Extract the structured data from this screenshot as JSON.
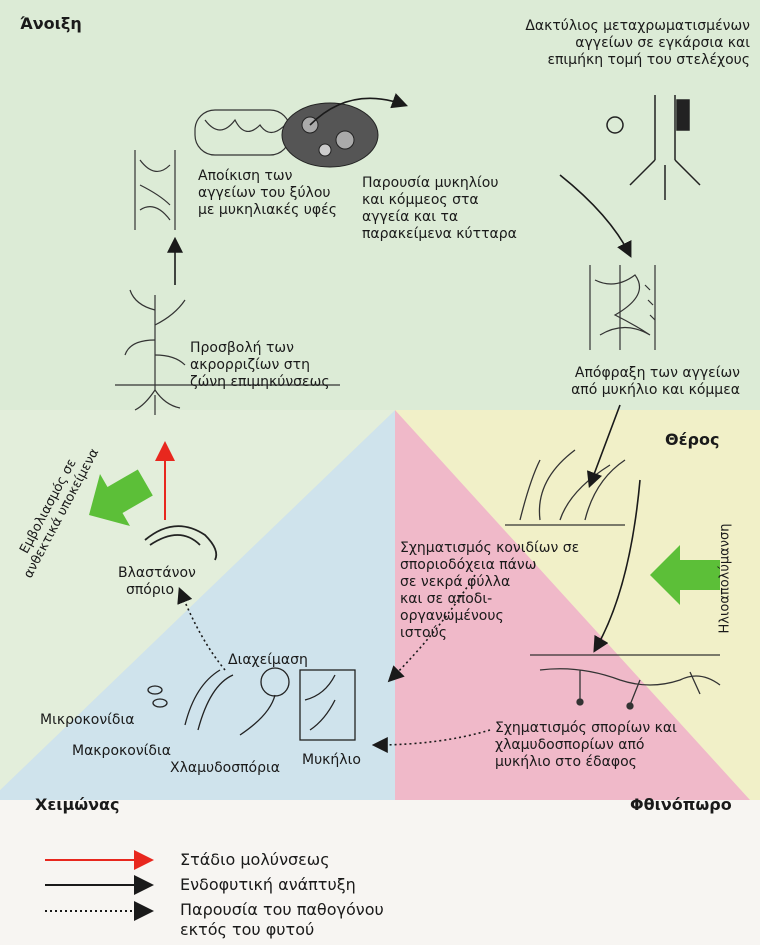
{
  "seasons": {
    "spring": "Άνοιξη",
    "summer": "Θέρος",
    "winter": "Χειμώνας",
    "autumn": "Φθινόπωρο"
  },
  "stages": {
    "ring": [
      "Δακτύλιος μεταχρωματισμένων",
      "αγγείων σε εγκάρσια και",
      "επιμήκη τομή του στελέχους"
    ],
    "colonization": [
      "Αποίκιση των",
      "αγγείων του ξύλου",
      "με μυκηλιακές υφές"
    ],
    "mycelium_presence": [
      "Παρουσία μυκηλίου",
      "και κόμμεος στα",
      "αγγεία και τα",
      "παρακείμενα κύτταρα"
    ],
    "root_attack": [
      "Προσβολή των",
      "ακρορριζίων στη",
      "ζώνη επιμηκύνσεως"
    ],
    "blockage": [
      "Απόφραξη των αγγείων",
      "από μυκήλιο και κόμμεα"
    ],
    "conidia_formation": [
      "Σχηματισμός κονιδίων σε",
      "σποριοδόχεια πάνω",
      "σε νεκρά φύλλα",
      "και σε αποδι-",
      "οργανωμένους",
      "ιστούς"
    ],
    "spore_formation": [
      "Σχηματισμός σπορίων και",
      "χλαμυδοσπορίων από",
      "μυκήλιο στο έδαφος"
    ],
    "germinated_spore": [
      "Βλαστάνον",
      "σπόριο"
    ],
    "overwintering": "Διαχείμαση",
    "microconidia": "Μικροκονίδια",
    "macroconidia": "Μακροκονίδια",
    "chlamydospores": "Χλαμυδοσπόρια",
    "mycelium": "Μυκήλιο"
  },
  "side_labels": {
    "left": [
      "Εμβολιασμός σε",
      "ανθεκτικά υποκείμενα"
    ],
    "right": "Ηλιοαπολύμανση"
  },
  "legend": [
    {
      "style": "red",
      "label": "Στάδιο μολύνσεως"
    },
    {
      "style": "solid",
      "label": "Ενδοφυτική ανάπτυξη"
    },
    {
      "style": "dotted",
      "label": [
        "Παρουσία του παθογόνου",
        "εκτός του φυτού"
      ]
    }
  ],
  "colors": {
    "spring": "#dcebd6",
    "summer": "#f1f0c8",
    "autumn": "#f0b9c9",
    "winter": "#cfe3ec",
    "infection": "#e8271e",
    "green_arrow": "#5cbf38"
  }
}
